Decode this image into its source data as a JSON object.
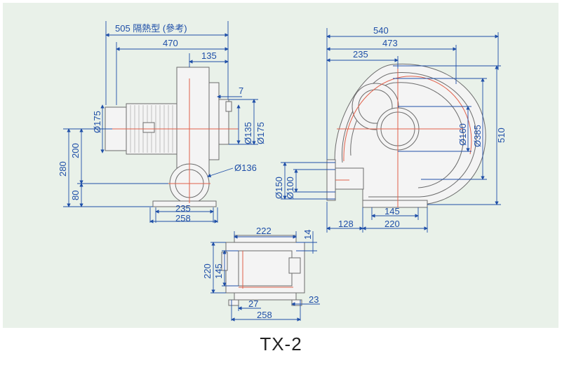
{
  "model": "TX-2",
  "colors": {
    "background": "#e9f1e9",
    "dimension": "#1f4fa8",
    "centerline": "#e0604a",
    "outline": "#6c6c6c"
  },
  "side_view": {
    "d505": "505 隔熱型 (參考)",
    "d470": "470",
    "d135": "135",
    "d7": "7",
    "d175_motor": "Ø175",
    "d135_flange": "Ø135",
    "d175_flange": "Ø175",
    "d136": "Ø136",
    "d280": "280",
    "d200": "200",
    "d80": "80",
    "d235": "235",
    "d258": "258"
  },
  "front_view": {
    "d540": "540",
    "d473": "473",
    "d235": "235",
    "d160": "Ø160",
    "d385": "Ø385",
    "d510": "510",
    "d150": "Ø150",
    "d100": "Ø100",
    "d145": "145",
    "d128": "128",
    "d220": "220"
  },
  "base_view": {
    "d222": "222",
    "d14": "14",
    "d220": "220",
    "d145": "145",
    "d27": "27",
    "d23": "23",
    "d258": "258"
  }
}
